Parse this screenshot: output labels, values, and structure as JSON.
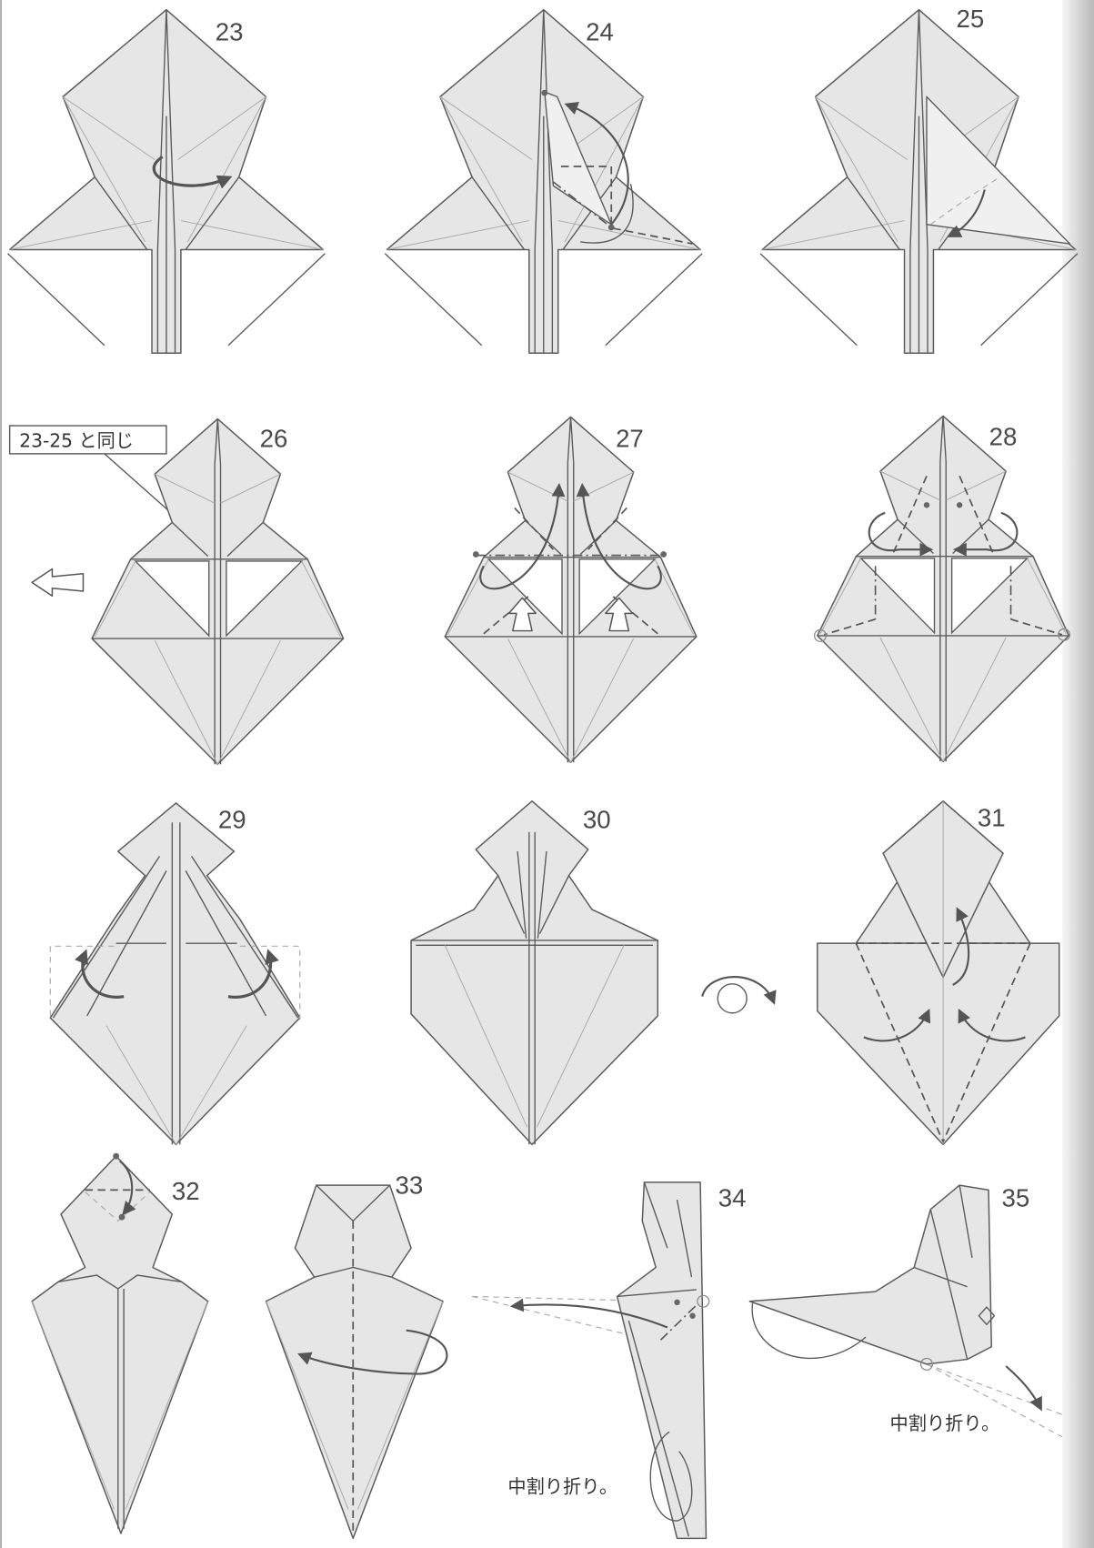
{
  "steps": [
    "23",
    "24",
    "25",
    "26",
    "27",
    "28",
    "29",
    "30",
    "31",
    "32",
    "33",
    "34",
    "35"
  ],
  "notes": {
    "same_as_label": "23-25 と同じ",
    "inside_reverse_fold_34": "中割り折り。",
    "inside_reverse_fold_35": "中割り折り。"
  },
  "colors": {
    "background": "#ffffff",
    "paper": "#e6e6e6",
    "line": "#5b5b5b"
  }
}
